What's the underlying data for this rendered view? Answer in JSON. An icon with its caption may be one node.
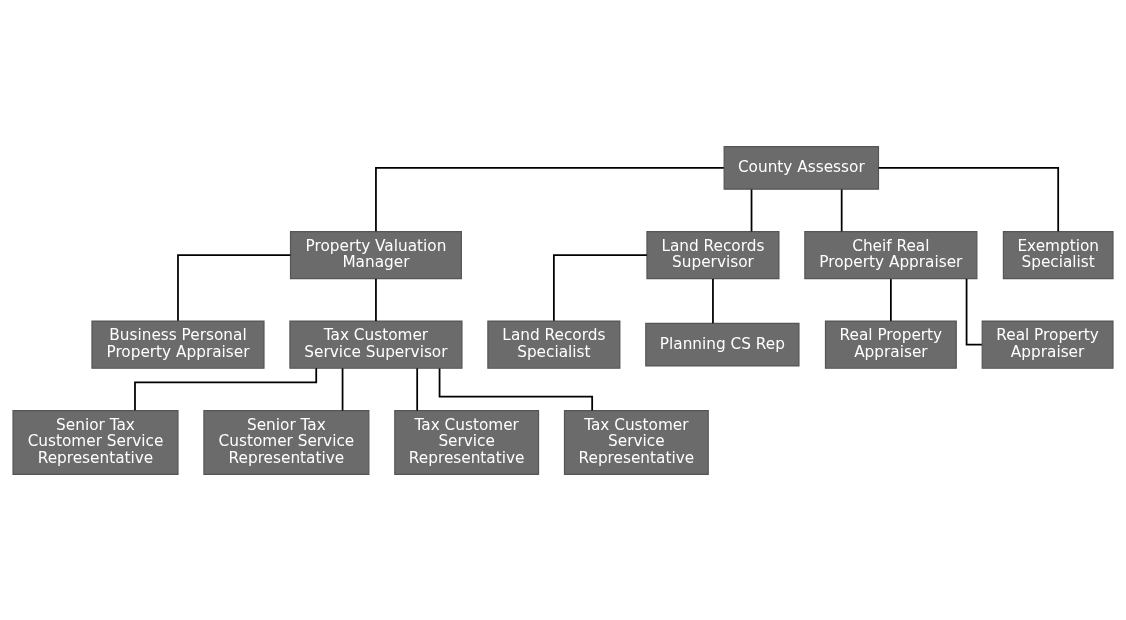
{
  "diagram": {
    "nodes": [
      {
        "text": [
          "County Assessor"
        ]
      },
      {
        "text": [
          "Property Valuation Manager"
        ]
      },
      {
        "text": [
          "Land Records Supervisor"
        ]
      },
      {
        "text": [
          "Cheif Real Property Appraiser"
        ]
      },
      {
        "text": [
          "Exemption Specialist"
        ]
      },
      {
        "text": [
          "Business Personal Property Appraiser"
        ]
      },
      {
        "text": [
          "Tax Customer Service Supervisor"
        ]
      },
      {
        "text": [
          "Senior Tax Customer Service Representative"
        ]
      },
      {
        "text": [
          "Senior Tax Customer Service Representative"
        ]
      },
      {
        "text": [
          "Tax Customer Service Representative"
        ]
      },
      {
        "text": [
          "Tax Customer Service Representative"
        ]
      },
      {
        "text": [
          "Land Records Specialist"
        ]
      },
      {
        "text": [
          "Planning CS Rep"
        ]
      },
      {
        "text": [
          "Real Property Appraiser"
        ]
      },
      {
        "text": [
          "Real Property Appraiser"
        ]
      }
    ],
    "edges": [
      {
        "from": 0,
        "to": 1,
        "arrow": "none"
      },
      {
        "from": 0,
        "to": 2,
        "arrow": "none"
      },
      {
        "from": 0,
        "to": 3,
        "arrow": "none"
      },
      {
        "from": 0,
        "to": 4,
        "arrow": "none"
      },
      {
        "from": 1,
        "to": 5,
        "arrow": "none"
      },
      {
        "from": 1,
        "to": 6,
        "arrow": "none"
      },
      {
        "from": 6,
        "to": 7,
        "arrow": "none"
      },
      {
        "from": 6,
        "to": 8,
        "arrow": "none"
      },
      {
        "from": 6,
        "to": 9,
        "arrow": "none"
      },
      {
        "from": 6,
        "to": 10,
        "arrow": "none"
      },
      {
        "from": 2,
        "to": 11,
        "arrow": "none"
      },
      {
        "from": 2,
        "to": 12,
        "arrow": "none"
      },
      {
        "from": 3,
        "to": 13,
        "arrow": "none"
      },
      {
        "from": 3,
        "to": 14,
        "arrow": "none"
      }
    ]
  }
}
